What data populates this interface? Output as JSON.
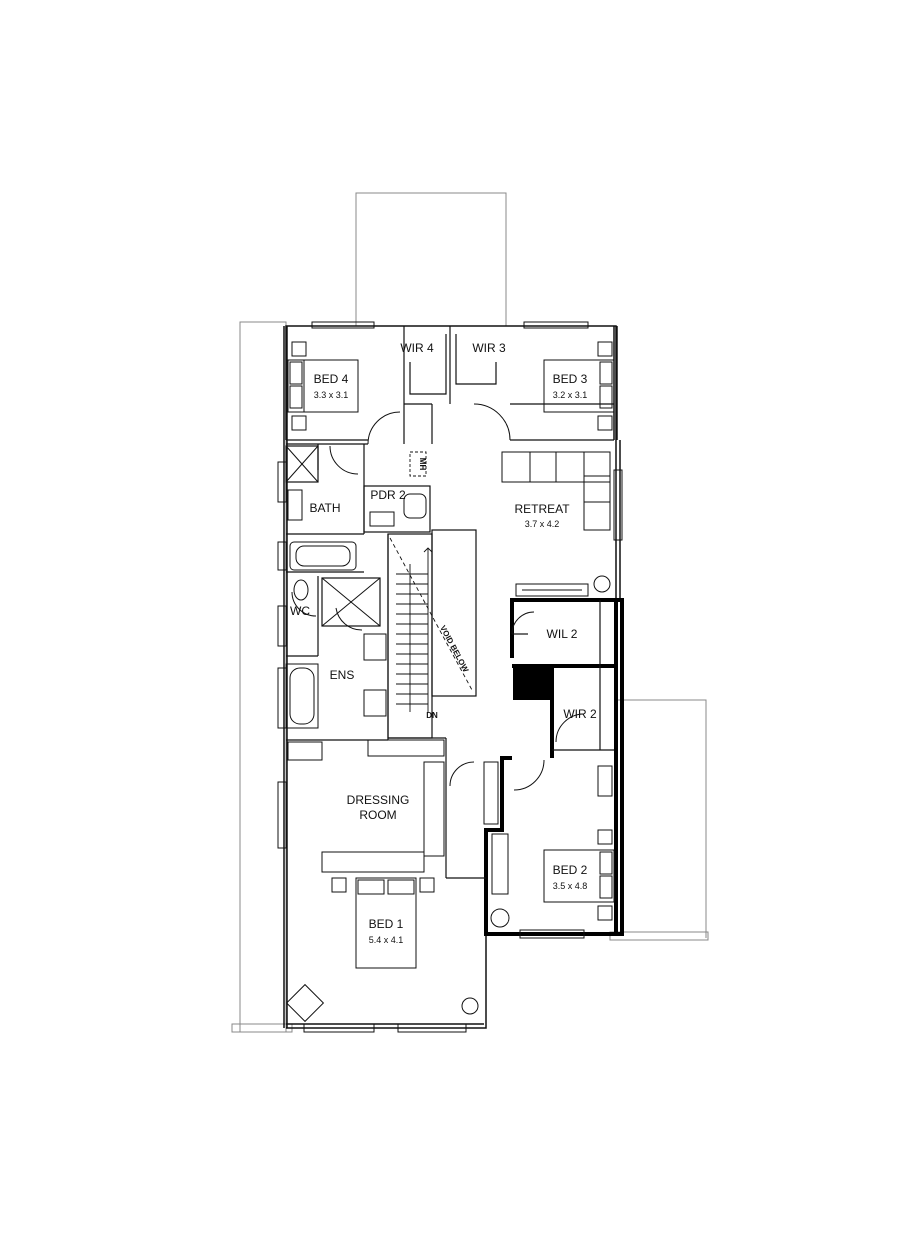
{
  "plan": {
    "rooms": [
      {
        "key": "bed4",
        "name": "BED 4",
        "size": "3.3 x 3.1"
      },
      {
        "key": "wir4",
        "name": "WIR 4",
        "size": ""
      },
      {
        "key": "wir3",
        "name": "WIR 3",
        "size": ""
      },
      {
        "key": "bed3",
        "name": "BED 3",
        "size": "3.2 x 3.1"
      },
      {
        "key": "bath",
        "name": "BATH",
        "size": ""
      },
      {
        "key": "pdr2",
        "name": "PDR 2",
        "size": ""
      },
      {
        "key": "retreat",
        "name": "RETREAT",
        "size": "3.7 x 4.2"
      },
      {
        "key": "wc",
        "name": "WC",
        "size": ""
      },
      {
        "key": "ens",
        "name": "ENS",
        "size": ""
      },
      {
        "key": "wil2",
        "name": "WIL 2",
        "size": ""
      },
      {
        "key": "wir2",
        "name": "WIR 2",
        "size": ""
      },
      {
        "key": "dressing",
        "name": "DRESSING",
        "name2": "ROOM",
        "size": ""
      },
      {
        "key": "bed2",
        "name": "BED 2",
        "size": "3.5 x 4.8"
      },
      {
        "key": "bed1",
        "name": "BED 1",
        "size": "5.4 x 4.1"
      }
    ],
    "labels": {
      "void": "VOID BELOW",
      "dn": "DN",
      "mh": "MH"
    }
  }
}
